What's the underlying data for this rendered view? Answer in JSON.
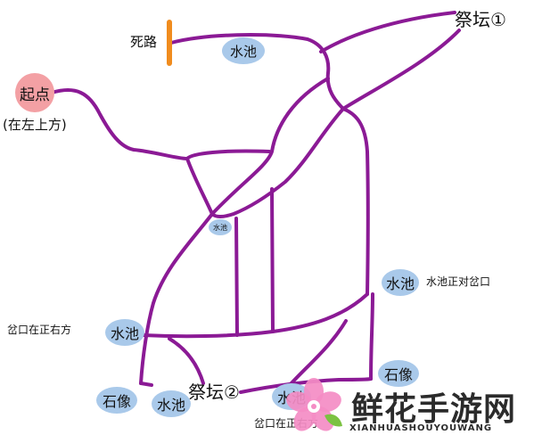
{
  "labels": {
    "start": "起点",
    "start_note": "(在左上方)",
    "dead_end": "死路",
    "altar1": "祭坛①",
    "altar2": "祭坛②",
    "pool": "水池",
    "pool_small": "水池",
    "pool_right_note": "水池正对岔口",
    "fork_left_note": "岔口在正右方",
    "fork_bottom_note": "岔口在正右方",
    "statue": "石像"
  },
  "colors": {
    "route": "#8b1a95",
    "pool": "#a9c9ea",
    "start": "#f3a0a4",
    "dead_end": "#f08c1e"
  },
  "watermark": {
    "title": "鲜花手游网",
    "subtitle": "XIANHUASHOUYOUWANG",
    "logo_icon": "flower-logo-icon"
  }
}
